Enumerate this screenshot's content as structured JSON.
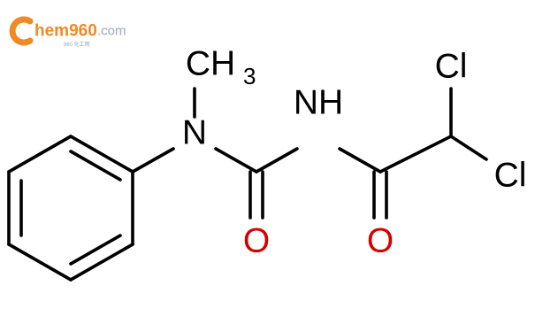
{
  "watermark": {
    "logo_text": "hem960",
    "logo_suffix": ".com",
    "tagline": "960 化工网",
    "brand_color": "#f08a24",
    "secondary_color": "#9aa7b8"
  },
  "molecule": {
    "atom_color": "#000000",
    "oxygen_color": "#d40000",
    "labels": {
      "methyl": "CH",
      "methyl_sub": "3",
      "amine_n": "N",
      "amide_nh": "NH",
      "urea_o": "O",
      "amide_o": "O",
      "cl_top": "Cl",
      "cl_right": "Cl"
    }
  }
}
